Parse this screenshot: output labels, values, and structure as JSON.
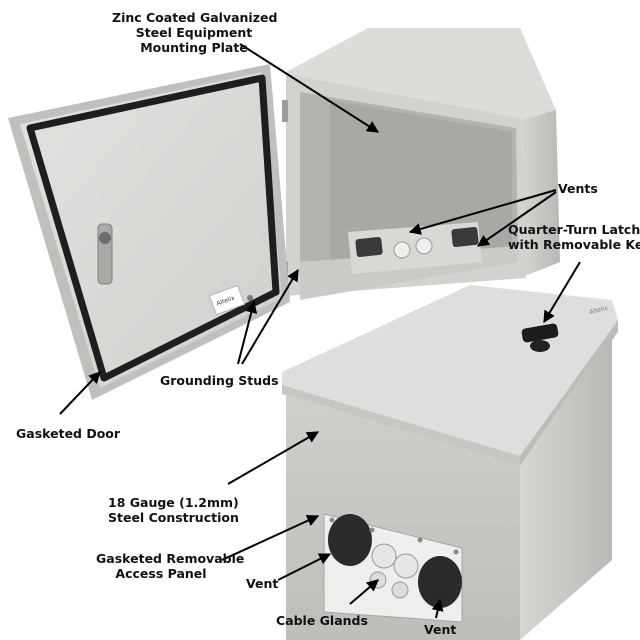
{
  "labels": {
    "mounting_plate": [
      "Zinc Coated Galvanized",
      "Steel Equipment",
      "Mounting Plate"
    ],
    "vents_top": "Vents",
    "latch": [
      "Quarter-Turn Latch",
      "with Removable Key"
    ],
    "grounding": "Grounding Studs",
    "door": "Gasketed Door",
    "steel": [
      "18 Gauge (1.2mm)",
      "Steel Construction"
    ],
    "access_panel": [
      "Gasketed Removable",
      "Access Panel"
    ],
    "vent_left": "Vent",
    "cable_glands": "Cable Glands",
    "vent_right": "Vent"
  },
  "brand": {
    "door_plate_text": "Altelix",
    "top_plate_text": "Altelix"
  },
  "colors": {
    "enclosure_body": "#d9d9d6",
    "enclosure_shadow": "#b9bab6",
    "gasket": "#1e1e1e",
    "arrow": "#000000",
    "vent_dark": "#2a2a2a",
    "gland": "#e6e6e6"
  }
}
